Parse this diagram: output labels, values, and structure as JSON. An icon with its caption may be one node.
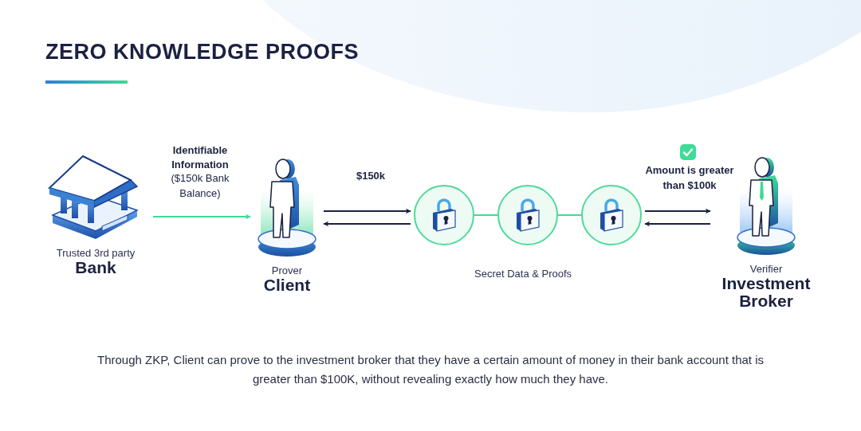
{
  "diagram": {
    "title": "ZERO KNOWLEDGE PROOFS",
    "caption": "Through ZKP, Client can prove to the investment broker that they have a certain amount of money in their bank account that is greater than $100K, without revealing exactly how much they have.",
    "nodes": [
      {
        "text": [
          "Trusted 3rd party",
          "Bank"
        ]
      },
      {
        "text": [
          "Prover",
          "Client"
        ]
      },
      {
        "text": [],
        "shape": "circle"
      },
      {
        "text": [],
        "shape": "circle"
      },
      {
        "text": [],
        "shape": "circle"
      },
      {
        "text": [
          "Verifier",
          "Investment Broker"
        ]
      }
    ],
    "edges": [
      {
        "from": 0,
        "to": 1,
        "arrow": "to",
        "label": "**Identifiable Information** ($150k Bank Balance)",
        "color": "#3ddc97"
      },
      {
        "from": 1,
        "to": 2,
        "arrow": "to",
        "label": "$150k"
      },
      {
        "from": 2,
        "to": 1,
        "arrow": "to"
      },
      {
        "from": 2,
        "to": 3,
        "arrow": "none",
        "color": "#3ddc97"
      },
      {
        "from": 3,
        "to": 4,
        "arrow": "none",
        "color": "#3ddc97"
      },
      {
        "from": 4,
        "to": 5,
        "arrow": "to",
        "label": "Amount is greater than $100k"
      },
      {
        "from": 5,
        "to": 4,
        "arrow": "to"
      }
    ],
    "labels": [
      "Secret Data & Proofs"
    ]
  }
}
